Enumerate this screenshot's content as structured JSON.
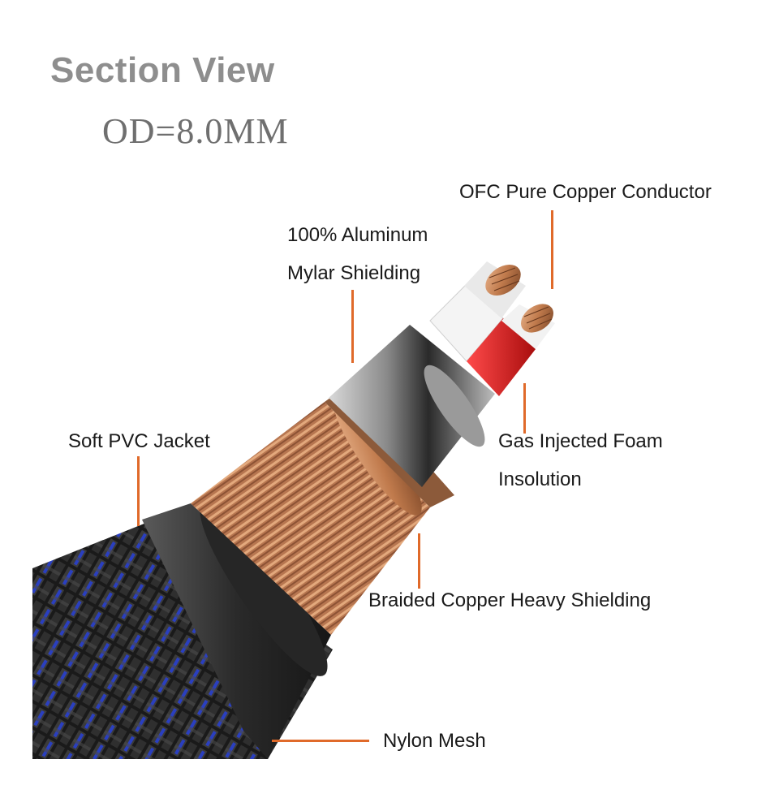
{
  "diagram": {
    "title": "Section View",
    "subtitle": "OD=8.0MM",
    "labels": {
      "conductor": "OFC Pure Copper Conductor",
      "aluminum_line1": "100% Aluminum",
      "aluminum_line2": "Mylar Shielding",
      "jacket": "Soft PVC Jacket",
      "foam_line1": "Gas Injected Foam",
      "foam_line2": "Insolution",
      "braid": "Braided Copper Heavy Shielding",
      "mesh": "Nylon Mesh"
    },
    "colors": {
      "leader": "#e06a2a",
      "copper": "#c98a5e",
      "red_insulation": "#d61a1a",
      "white_insulation": "#f2f2f2",
      "jacket": "#3a3a3a",
      "mesh_blue": "#2a3fc0"
    }
  }
}
